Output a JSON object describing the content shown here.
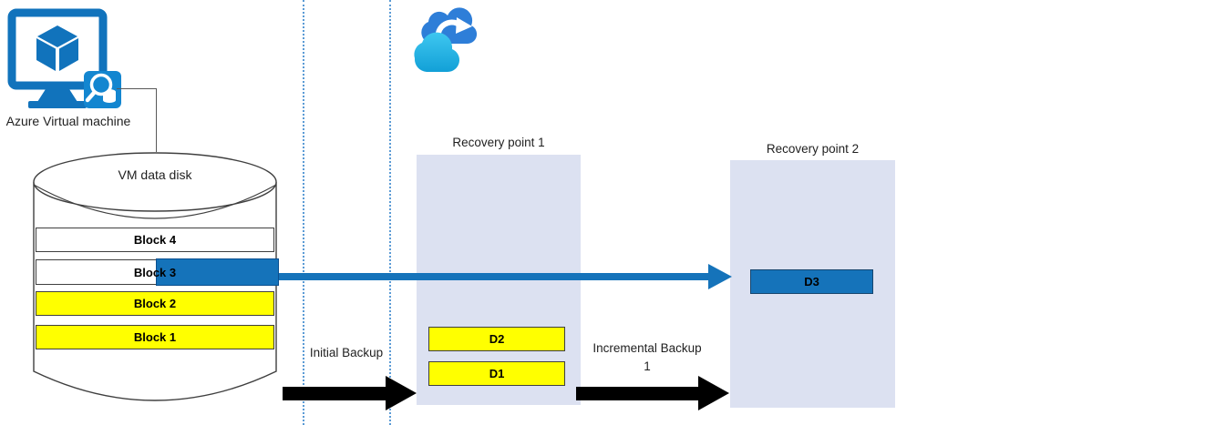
{
  "vm": {
    "label": "Azure Virtual machine"
  },
  "cloud": {
    "icon": "azure-cloud-backup-icon"
  },
  "disk": {
    "title": "VM data disk",
    "blocks": [
      {
        "label": "Block 4",
        "fill": "#FFFFFF"
      },
      {
        "label": "Block 3",
        "fill": "#FFFFFF",
        "highlight_fill": "#1573BA"
      },
      {
        "label": "Block 2",
        "fill": "#FFFF00"
      },
      {
        "label": "Block 1",
        "fill": "#FFFF00"
      }
    ]
  },
  "backups": {
    "initial_label": "Initial Backup",
    "incremental_label": "Incremental Backup 1"
  },
  "recovery_points": [
    {
      "title": "Recovery point 1",
      "items": [
        {
          "label": "D2",
          "fill": "#FFFF00"
        },
        {
          "label": "D1",
          "fill": "#FFFF00"
        }
      ]
    },
    {
      "title": "Recovery point 2",
      "items": [
        {
          "label": "D3",
          "fill": "#1573BA"
        }
      ]
    }
  ],
  "colors": {
    "azure_blue": "#1173BC",
    "highlight_blue": "#1573BA",
    "yellow": "#FFFF00",
    "recovery_panel": "#DCE1F1",
    "dotted_line": "#5B9BD5",
    "connector": "#595959",
    "arrow_black": "#000000"
  }
}
